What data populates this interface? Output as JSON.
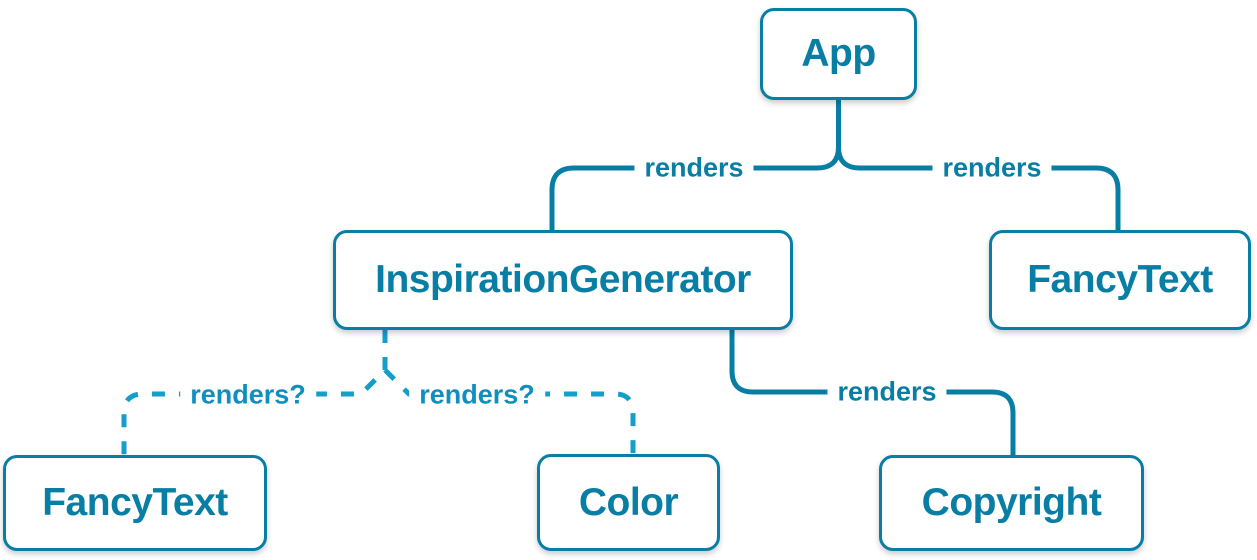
{
  "diagram": {
    "title": "React render tree diagram",
    "colors": {
      "background": "#ffffff",
      "solid_edge": "#087ea4",
      "dashed_edge": "#149eca",
      "dashed_edge_label": "#0f8fc0",
      "box_border": "#087ea4",
      "box_text": "#087ea4",
      "box_background": "#ffffff"
    },
    "nodes": [
      {
        "id": "app",
        "label": "App"
      },
      {
        "id": "inspiration-generator",
        "label": "InspirationGenerator"
      },
      {
        "id": "fancy-text-top",
        "label": "FancyText"
      },
      {
        "id": "fancy-text-bottom",
        "label": "FancyText"
      },
      {
        "id": "color",
        "label": "Color"
      },
      {
        "id": "copyright",
        "label": "Copyright"
      }
    ],
    "edges": [
      {
        "from": "App",
        "to": "InspirationGenerator",
        "label": "renders",
        "style": "solid"
      },
      {
        "from": "App",
        "to": "FancyText",
        "label": "renders",
        "style": "solid"
      },
      {
        "from": "InspirationGenerator",
        "to": "FancyText",
        "label": "renders?",
        "style": "dashed"
      },
      {
        "from": "InspirationGenerator",
        "to": "Color",
        "label": "renders?",
        "style": "dashed"
      },
      {
        "from": "InspirationGenerator",
        "to": "Copyright",
        "label": "renders",
        "style": "solid"
      }
    ]
  }
}
